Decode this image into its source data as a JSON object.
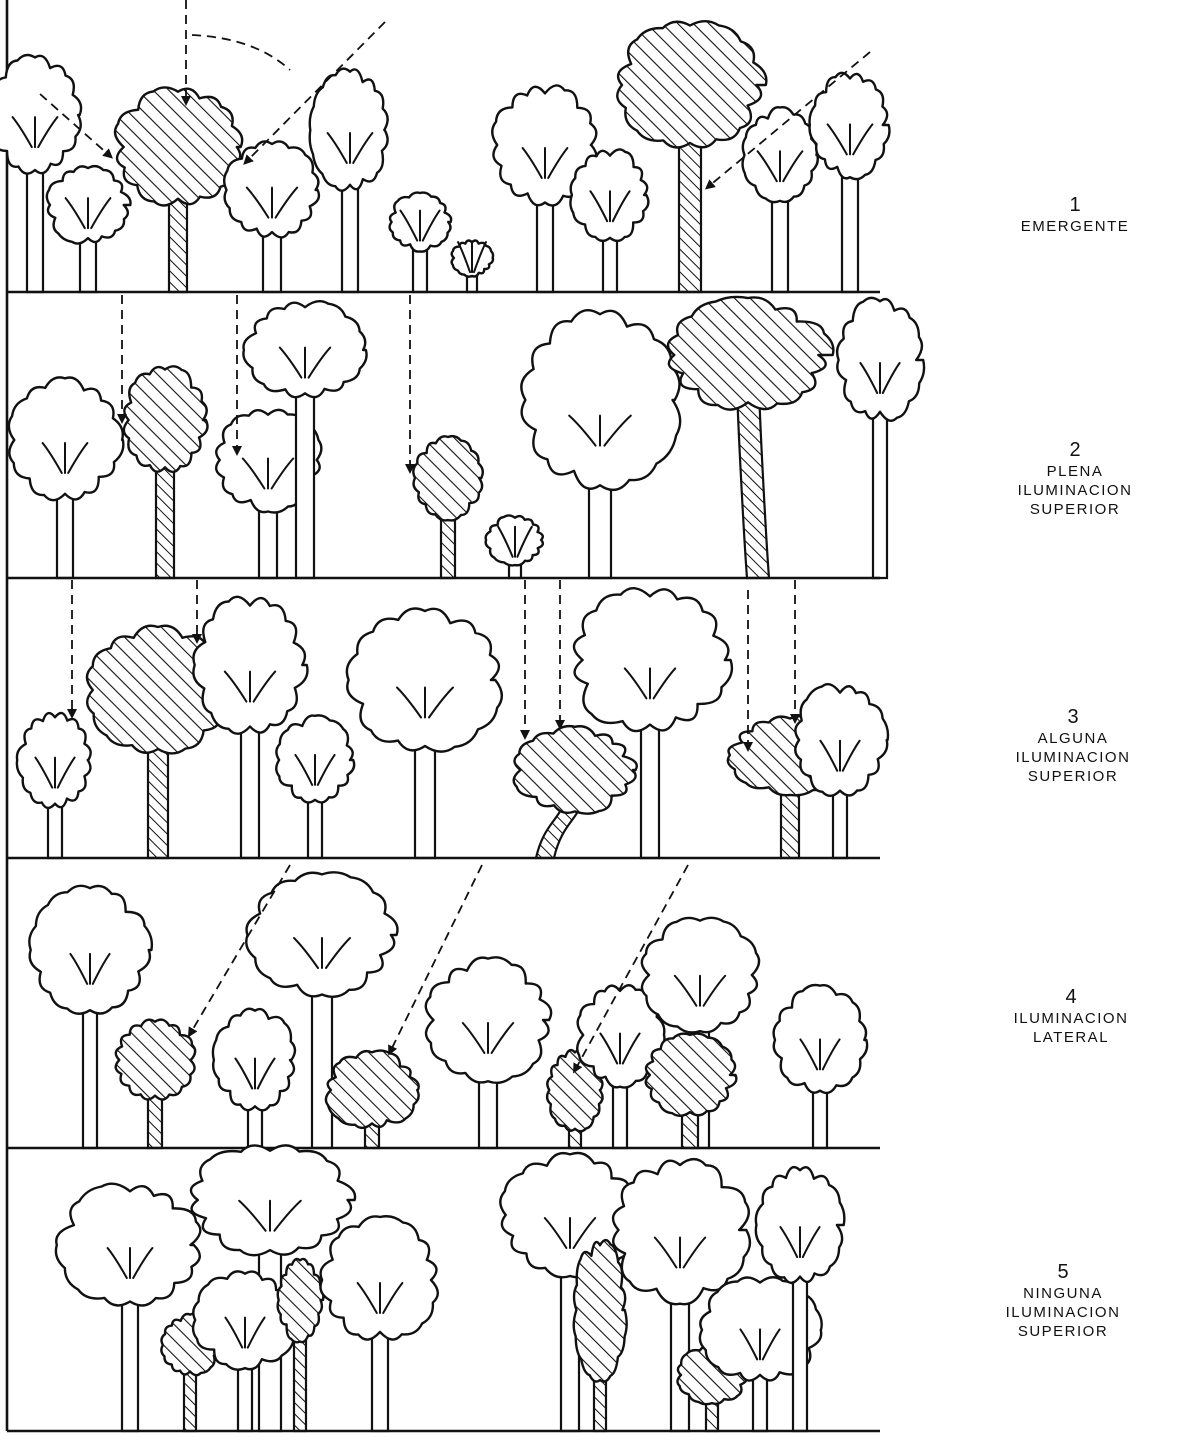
{
  "diagram": {
    "layers": [
      {
        "number": "1",
        "lines": [
          "EMERGENTE"
        ]
      },
      {
        "number": "2",
        "lines": [
          "PLENA",
          "ILUMINACION",
          "SUPERIOR"
        ]
      },
      {
        "number": "3",
        "lines": [
          "ALGUNA",
          "ILUMINACION",
          "SUPERIOR"
        ]
      },
      {
        "number": "4",
        "lines": [
          "ILUMINACION",
          "LATERAL"
        ]
      },
      {
        "number": "5",
        "lines": [
          "NINGUNA",
          "ILUMINACION",
          "SUPERIOR"
        ]
      }
    ]
  }
}
